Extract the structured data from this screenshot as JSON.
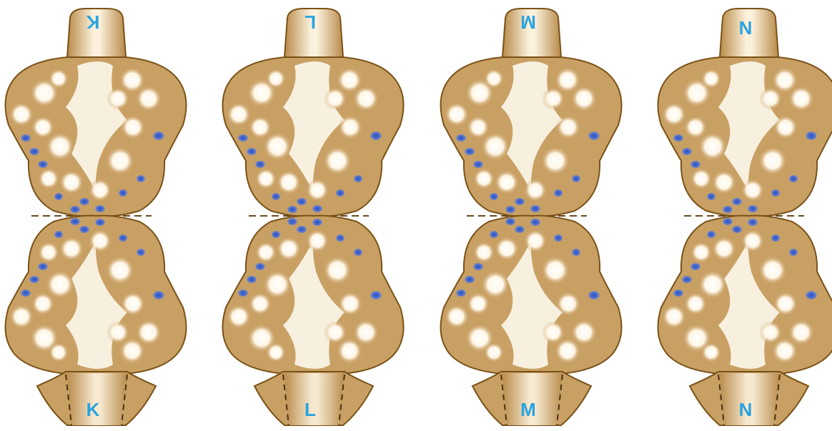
{
  "panels": [
    {
      "top_label": "K",
      "bottom_label": "K"
    },
    {
      "top_label": "L",
      "bottom_label": "L"
    },
    {
      "top_label": "M",
      "bottom_label": "M"
    },
    {
      "top_label": "N",
      "bottom_label": "N"
    }
  ],
  "colors": {
    "body": "#c9a064",
    "outline": "#7a5218",
    "channel": "#fbf4e6",
    "dots": "#fff8ec",
    "label": "#2aa3e0",
    "blue_mark": "#2f4fb8",
    "cut_line": "#6b4a1f"
  }
}
